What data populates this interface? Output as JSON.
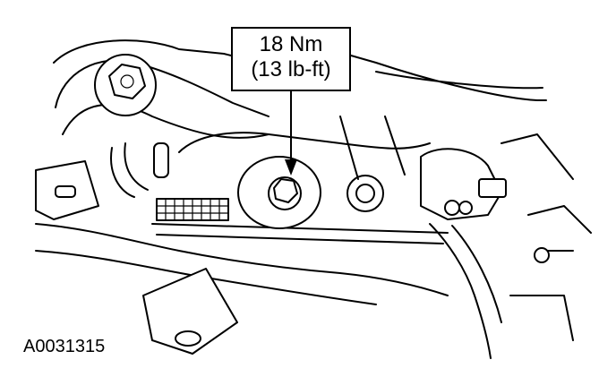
{
  "callout": {
    "torque_nm": "18 Nm",
    "torque_lbft": "(13 lb-ft)"
  },
  "figure_id": "A0031315",
  "colors": {
    "line": "#000000",
    "background": "#ffffff"
  }
}
